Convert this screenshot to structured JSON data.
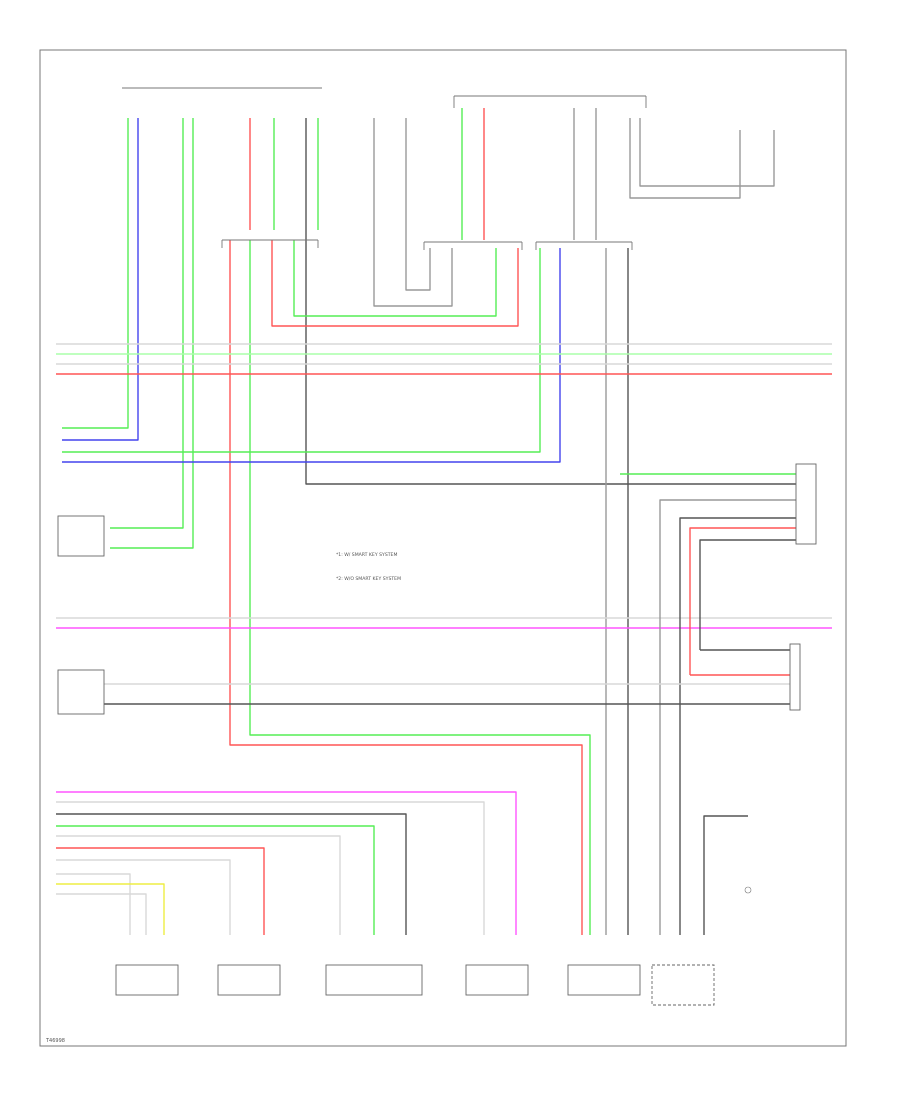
{
  "diagram": {
    "footer": "T46998",
    "colors": {
      "green": "#55ee55",
      "blue": "#4444ee",
      "red": "#ff5555",
      "pink": "#ff55ff",
      "yellow": "#eeee44",
      "white": "#d8d8d8",
      "gray": "#999999",
      "black": "#555555",
      "frame": "#777777"
    },
    "notes": {
      "note_1": "*1: W/ SMART KEY SYSTEM",
      "note_2": "*2: W/O SMART KEY SYSTEM"
    }
  }
}
